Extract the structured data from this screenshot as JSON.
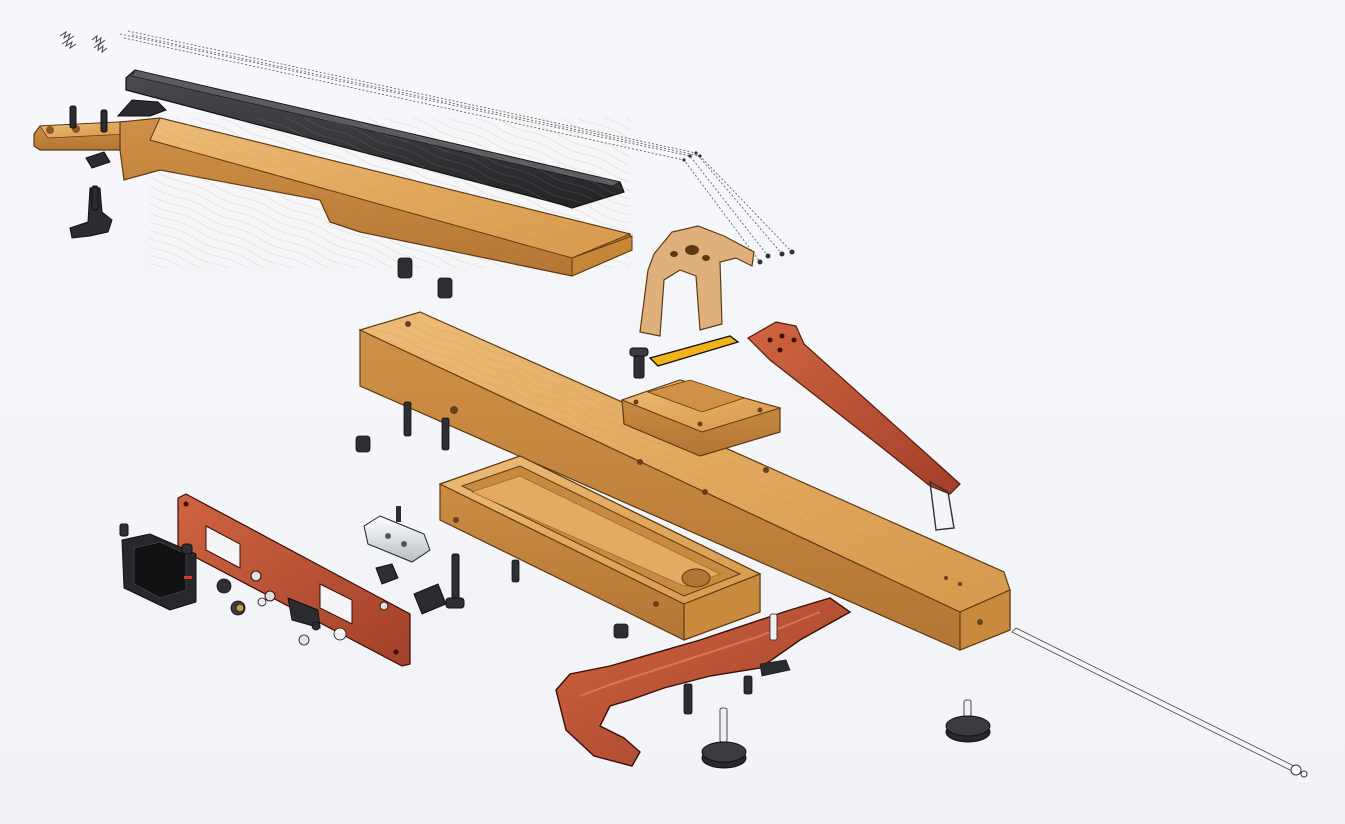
{
  "view": {
    "background": "#f3f5f8",
    "description_free": true
  },
  "colors": {
    "maple_light": "#e8b26a",
    "maple_mid": "#d4964b",
    "maple_dark": "#b07532",
    "maple_edge": "#8a5a24",
    "rosewood_light": "#c95a35",
    "rosewood_mid": "#a9432a",
    "rosewood_dark": "#7e2d1b",
    "ebony": "#2c2d30",
    "ebony_top": "#45474c",
    "hardware": "#26282c",
    "steel": "#e6e8ec",
    "pickup_yellow": "#f2b21a",
    "outline": "#1b1b1b"
  },
  "parts": [
    "string-springs",
    "strings",
    "fingerboard",
    "nut",
    "neck",
    "tuning-pegs",
    "threaded-inserts",
    "bridge",
    "piezo-pickup-strip",
    "tailpiece",
    "body-top-beam",
    "bridge-block",
    "electronics-cavity-block",
    "control-plate",
    "battery-box",
    "preamp-module",
    "output-jack",
    "chin-rest",
    "shoulder-rest-knobs",
    "endpin-rod"
  ]
}
